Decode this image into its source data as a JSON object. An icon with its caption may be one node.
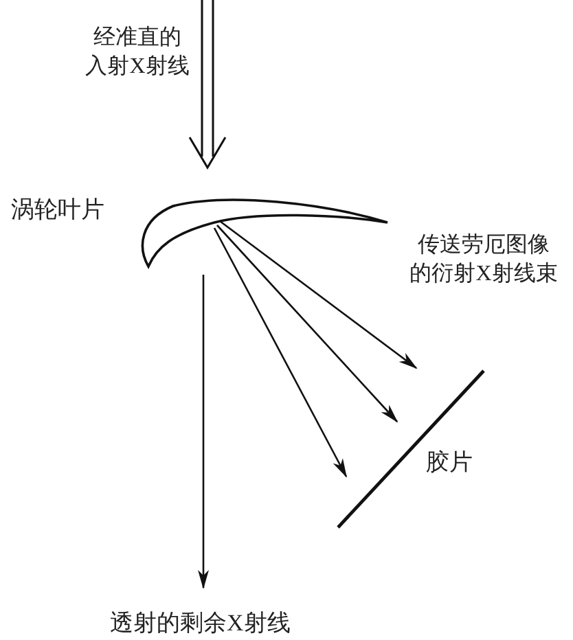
{
  "diagram": {
    "nodes": [
      {
        "text": [
          "涡轮叶片"
        ]
      },
      {
        "text": [
          "胶片"
        ]
      },
      {
        "text": [
          "透射的剩余X射线"
        ]
      }
    ],
    "edges": [
      {
        "from": null,
        "to": 0,
        "arrow": "to"
      },
      {
        "from": 0,
        "to": 1,
        "arrow": "to"
      },
      {
        "from": 0,
        "to": 1,
        "arrow": "to"
      },
      {
        "from": 0,
        "to": 1,
        "arrow": "to"
      },
      {
        "from": 0,
        "to": 2,
        "arrow": "to"
      }
    ],
    "labels": [
      "经准直的入射X射线",
      "传送劳厄图像的衍射X射线束"
    ]
  }
}
